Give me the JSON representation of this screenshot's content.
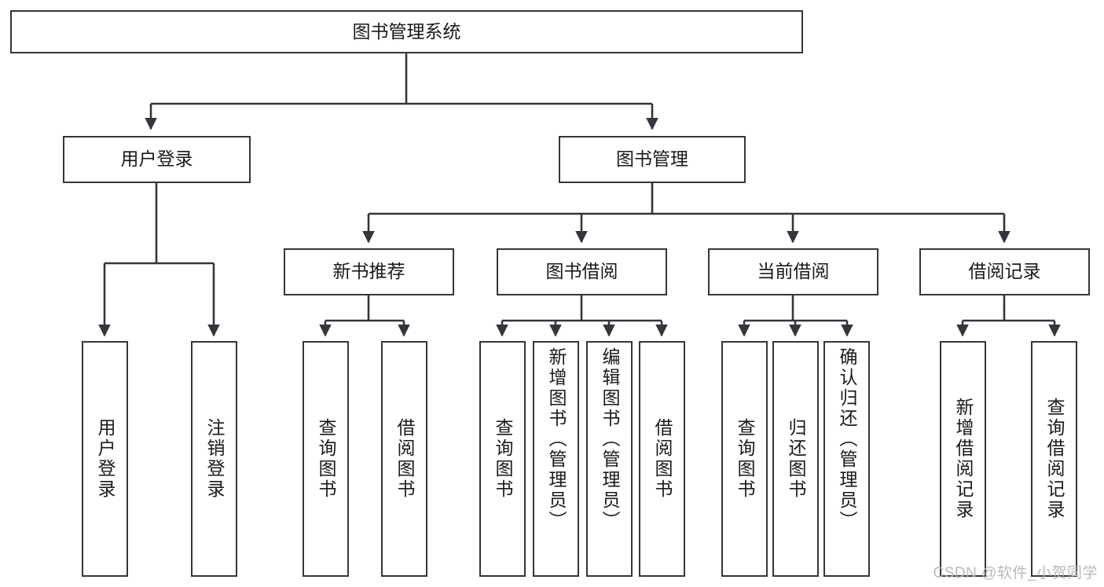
{
  "diagram": {
    "title": "图书管理系统",
    "watermark": "CSDN @软件_小贺同学",
    "stroke_color": "#33363b",
    "background_color": "#ffffff",
    "text_color": "#1a1a1a",
    "root": {
      "label": "图书管理系统"
    },
    "level1": [
      {
        "label": "用户登录"
      },
      {
        "label": "图书管理"
      }
    ],
    "level2": [
      {
        "label": "新书推荐"
      },
      {
        "label": "图书借阅"
      },
      {
        "label": "当前借阅"
      },
      {
        "label": "借阅记录"
      }
    ],
    "leaves": {
      "user_login": [
        {
          "label": "用户登录"
        },
        {
          "label": "注销登录"
        }
      ],
      "new_book_recommend": [
        {
          "label": "查询图书"
        },
        {
          "label": "借阅图书"
        }
      ],
      "book_borrow": [
        {
          "label": "查询图书"
        },
        {
          "label": "新增图书（管理员）"
        },
        {
          "label": "编辑图书（管理员）"
        },
        {
          "label": "借阅图书"
        }
      ],
      "current_borrow": [
        {
          "label": "查询图书"
        },
        {
          "label": "归还图书"
        },
        {
          "label": "确认归还（管理员）"
        }
      ],
      "borrow_record": [
        {
          "label": "新增借阅记录"
        },
        {
          "label": "查询借阅记录"
        }
      ]
    }
  }
}
